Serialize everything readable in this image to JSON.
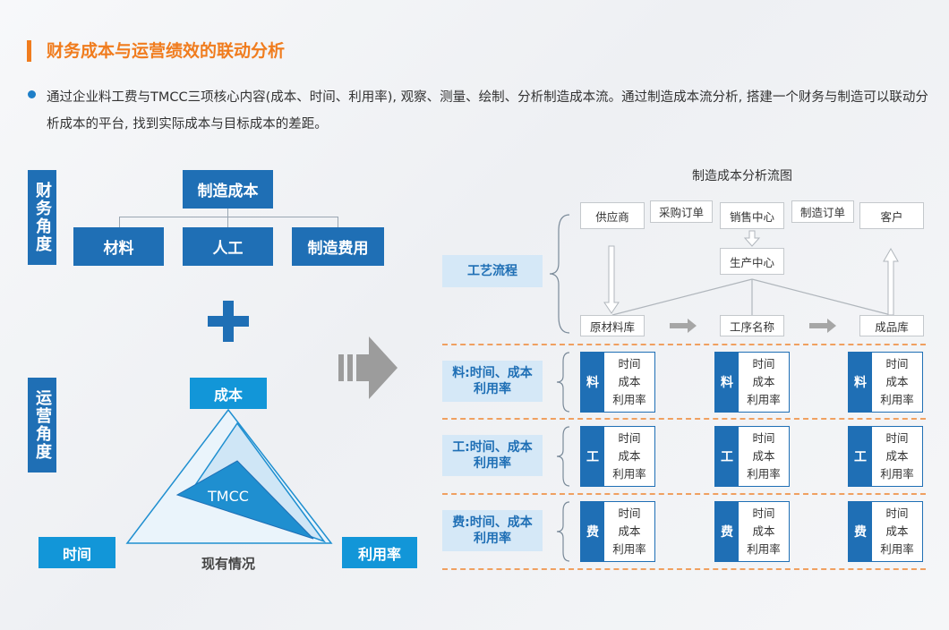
{
  "header": {
    "title": "财务成本与运营绩效的联动分析",
    "description": "通过企业料工费与TMCC三项核心内容(成本、时间、利用率), 观察、测量、绘制、分析制造成本流。通过制造成本流分析, 搭建一个财务与制造可以联动分析成本的平台, 找到实际成本与目标成本的差距。"
  },
  "finance": {
    "label": "财务角度",
    "root": "制造成本",
    "children": [
      "材料",
      "人工",
      "制造费用"
    ]
  },
  "plus": "✚",
  "operation": {
    "label": "运营角度",
    "top": "成本",
    "left": "时间",
    "right": "利用率",
    "center": "TMCC",
    "caption": "现有情况"
  },
  "flow": {
    "title": "制造成本分析流图",
    "process_label": "工艺流程",
    "nodes": {
      "supplier": "供应商",
      "purchase_order": "采购订单",
      "sales_center": "销售中心",
      "manufacturing_order": "制造订单",
      "customer": "客户",
      "production_center": "生产中心",
      "raw_warehouse": "原材料库",
      "process_name": "工序名称",
      "finished_warehouse": "成品库"
    },
    "rows": [
      {
        "label_line1": "料:时间、成本",
        "label_line2": "利用率",
        "tag": "料",
        "items": [
          "时间",
          "成本",
          "利用率"
        ]
      },
      {
        "label_line1": "工:时间、成本",
        "label_line2": "利用率",
        "tag": "工",
        "items": [
          "时间",
          "成本",
          "利用率"
        ]
      },
      {
        "label_line1": "费:时间、成本",
        "label_line2": "利用率",
        "tag": "费",
        "items": [
          "时间",
          "成本",
          "利用率"
        ]
      }
    ]
  },
  "colors": {
    "accent": "#f07c1e",
    "primary": "#1f6fb5",
    "cyan": "#1296d8",
    "light": "#d5e8f7"
  }
}
